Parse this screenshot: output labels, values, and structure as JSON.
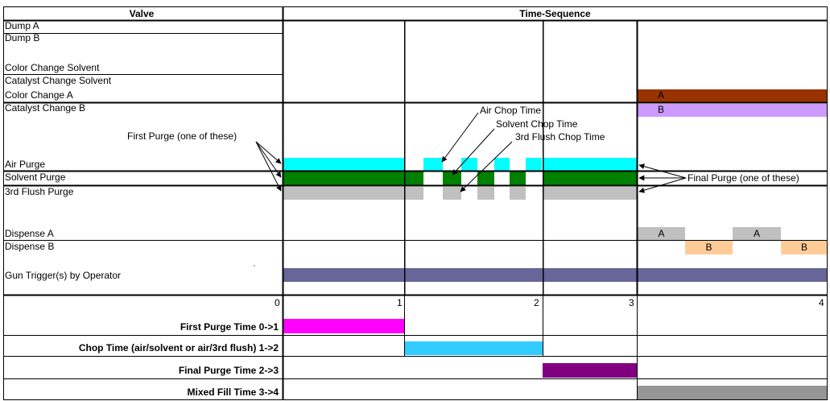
{
  "header": {
    "valve": "Valve",
    "time_sequence": "Time-Sequence"
  },
  "valves": [
    "Dump A",
    "Dump B",
    "Color Change Solvent",
    "Catalyst Change Solvent",
    "Color Change A",
    "Catalyst Change B",
    "Air Purge",
    "Solvent Purge",
    "3rd Flush Purge",
    "Dispense A",
    "Dispense B",
    "Gun Trigger(s) by Operator"
  ],
  "annotations": {
    "first_purge": "First Purge (one of these)",
    "air_chop": "Air Chop Time",
    "solvent_chop": "Solvent Chop Time",
    "third_flush_chop": "3rd Flush Chop Time",
    "final_purge": "Final Purge (one of these)"
  },
  "segment_labels": {
    "a": "A",
    "b": "B"
  },
  "axis_ticks": [
    "0",
    "1",
    "2",
    "3",
    "4"
  ],
  "phases": [
    "First Purge Time 0->1",
    "Chop Time (air/solvent or air/3rd flush) 1->2",
    "Final Purge Time 2->3",
    "Mixed Fill Time 3->4"
  ],
  "colors": {
    "air": "#00ffff",
    "solvent": "#008000",
    "flush": "#c0c0c0",
    "color_change_a": "#993300",
    "catalyst_b": "#cc99ff",
    "dispense_a": "#c0c0c0",
    "dispense_b": "#ffcc99",
    "gun": "#666699",
    "phase_first": "#ff00ff",
    "phase_chop": "#33ccff",
    "phase_final": "#800080",
    "phase_mixed": "#969696"
  }
}
